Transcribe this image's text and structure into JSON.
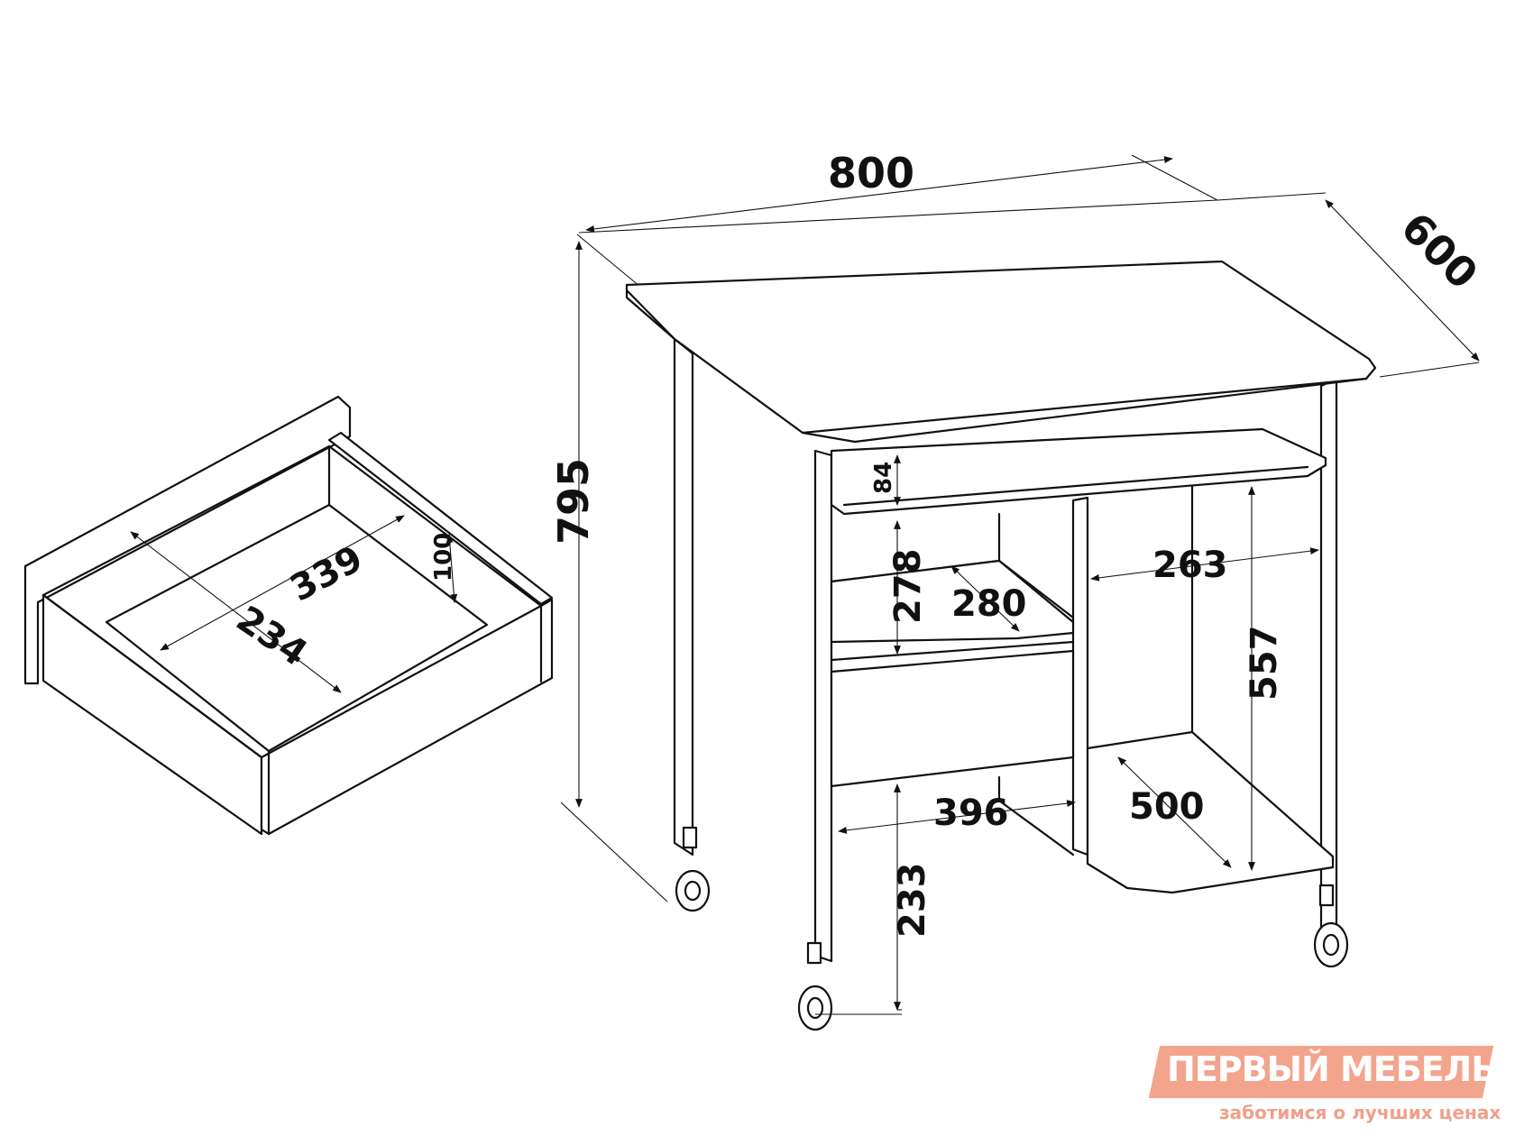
{
  "dimensions": {
    "table_width": "800",
    "table_depth": "600",
    "table_height": "795",
    "keyboard_shelf_height": "84",
    "shelf_gap": "278",
    "shelf_depth": "280",
    "right_section_width": "263",
    "right_section_height": "557",
    "lower_opening_width": "396",
    "bottom_shelf_depth": "500",
    "drawer_clearance": "233",
    "drawer_length": "339",
    "drawer_width": "234",
    "drawer_height": "100"
  },
  "logo": {
    "title": "ПЕРВЫЙ МЕБЕЛЬНЫЙ",
    "tagline": "заботимся о лучших ценах",
    "background_color": "#f2a48d",
    "text_color": "#ffffff",
    "tagline_color": "#f0a089"
  }
}
